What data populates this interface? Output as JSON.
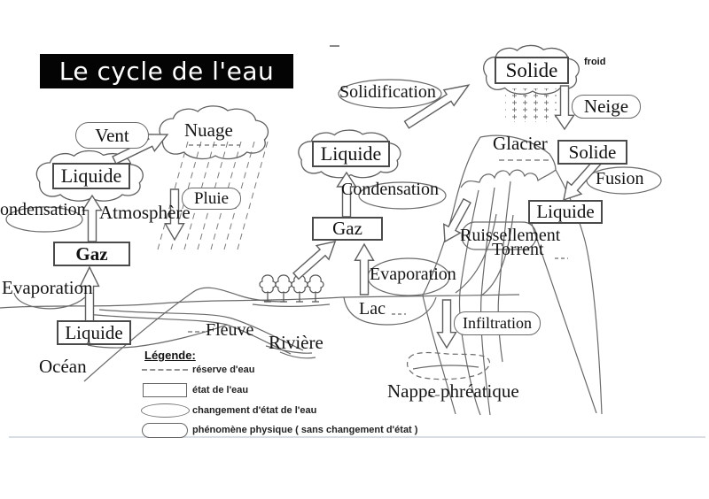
{
  "title": "Le cycle de l'eau",
  "labels": {
    "vent": "Vent",
    "nuage": "Nuage",
    "liquide_cloud_left": "Liquide",
    "condensation_left": "ondensation",
    "atmosphere": "Atmosphère",
    "gaz_left": "Gaz",
    "evaporation_left": "Evaporation",
    "liquide_ocean": "Liquide",
    "ocean": "Océan",
    "pluie": "Pluie",
    "solidification": "Solidification",
    "liquide_cloud_center": "Liquide",
    "condensation_center": "Condensation",
    "gaz_center": "Gaz",
    "evaporation_lac": "Evaporation",
    "lac": "Lac",
    "fleuve": "Fleuve",
    "riviere": "Rivière",
    "solide_cloud": "Solide",
    "froid": "froid",
    "neige": "Neige",
    "glacier": "Glacier",
    "solide_mountain": "Solide",
    "fusion": "Fusion",
    "liquide_mountain": "Liquide",
    "ruissellement": "Ruissellement",
    "torrent": "Torrent",
    "infiltration": "Infiltration",
    "nappe_phreatique": "Nappe phréatique"
  },
  "legend": {
    "heading": "Légende:",
    "items": [
      {
        "symbol": "dashed-line",
        "label": "réserve d'eau"
      },
      {
        "symbol": "rectangle",
        "label": "état de l'eau"
      },
      {
        "symbol": "ellipse",
        "label": "changement d'état de l'eau"
      },
      {
        "symbol": "rounded-rectangle",
        "label": "phénomène physique ( sans changement d'état )"
      }
    ]
  },
  "colors": {
    "stroke": "#5f5f5f",
    "text": "#111111",
    "title_bg": "#000000",
    "title_fg": "#ffffff"
  }
}
